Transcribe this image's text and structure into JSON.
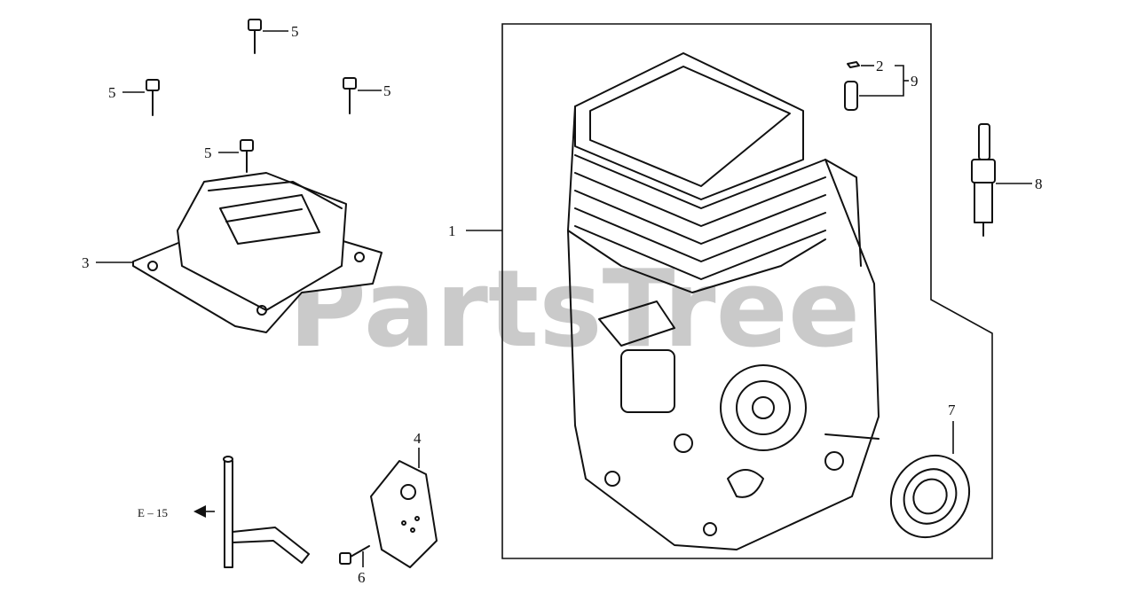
{
  "watermark": "PartsTree",
  "callouts": {
    "c1": "1",
    "c2": "2",
    "c3": "3",
    "c4": "4",
    "c5a": "5",
    "c5b": "5",
    "c5c": "5",
    "c5d": "5",
    "c6": "6",
    "c7": "7",
    "c8": "8",
    "c9": "9",
    "ref": "E – 15"
  },
  "parts": [
    {
      "id": "crankcase-assembly",
      "icon": "engine-block-icon"
    },
    {
      "id": "valve-cover",
      "icon": "cover-icon"
    },
    {
      "id": "gasket-plate",
      "icon": "plate-icon"
    },
    {
      "id": "breather-tube",
      "icon": "tube-icon"
    },
    {
      "id": "oil-seal",
      "icon": "seal-icon"
    },
    {
      "id": "spark-plug",
      "icon": "spark-plug-icon"
    },
    {
      "id": "bolts",
      "icon": "bolt-icon"
    }
  ]
}
